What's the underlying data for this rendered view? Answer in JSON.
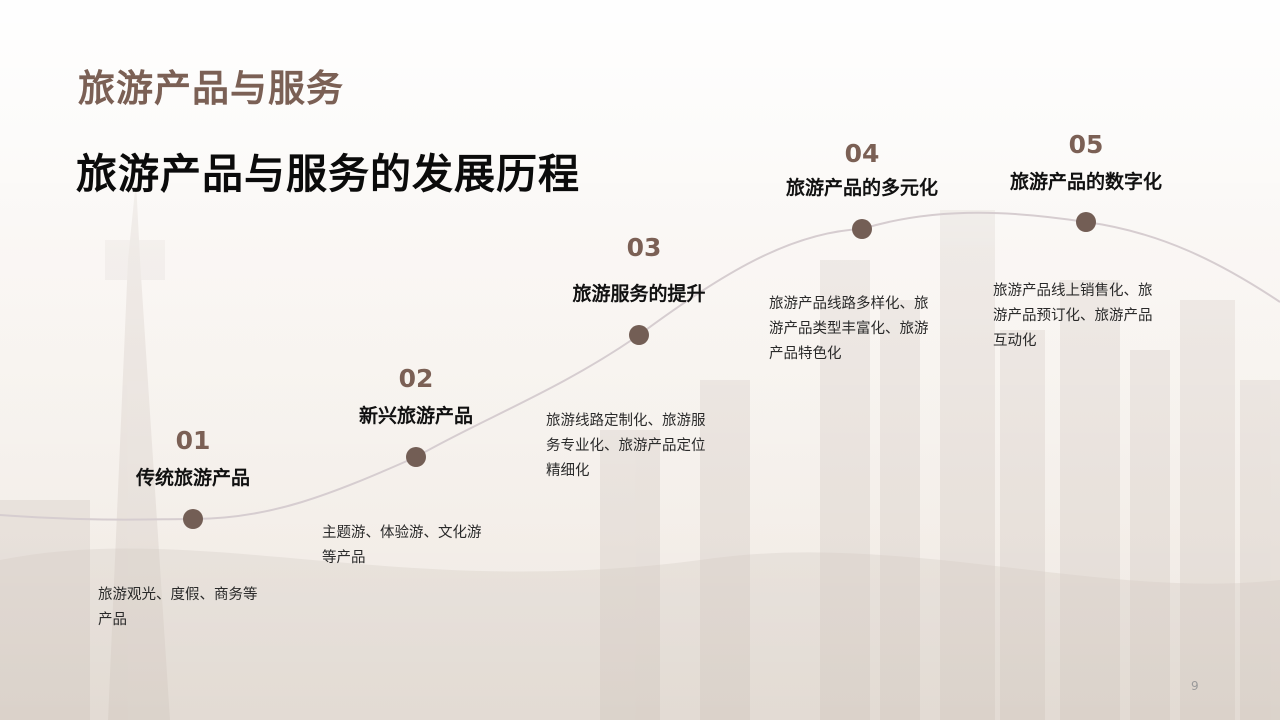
{
  "slide": {
    "section_title": "旅游产品与服务",
    "main_title": "旅游产品与服务的发展历程",
    "page_number": "9"
  },
  "timeline": [
    {
      "number": "01",
      "title": "传统旅游产品",
      "desc_lines": [
        "旅游观光、度假、商务等",
        "产品"
      ]
    },
    {
      "number": "02",
      "title": "新兴旅游产品",
      "desc_lines": [
        "主题游、体验游、文化游",
        "等产品"
      ]
    },
    {
      "number": "03",
      "title": "旅游服务的提升",
      "desc_lines": [
        "旅游线路定制化、旅游服",
        "务专业化、旅游产品定位",
        "精细化"
      ]
    },
    {
      "number": "04",
      "title": "旅游产品的多元化",
      "desc_lines": [
        "旅游产品线路多样化、旅",
        "游产品类型丰富化、旅游",
        "产品特色化"
      ]
    },
    {
      "number": "05",
      "title": "旅游产品的数字化",
      "desc_lines": [
        "旅游产品线上销售化、旅",
        "游产品预订化、旅游产品",
        "互动化"
      ]
    }
  ],
  "colors": {
    "accent": "#7b6055",
    "dot": "#735e55",
    "curve": "#d6cdd0",
    "title": "#0b0b0b"
  }
}
